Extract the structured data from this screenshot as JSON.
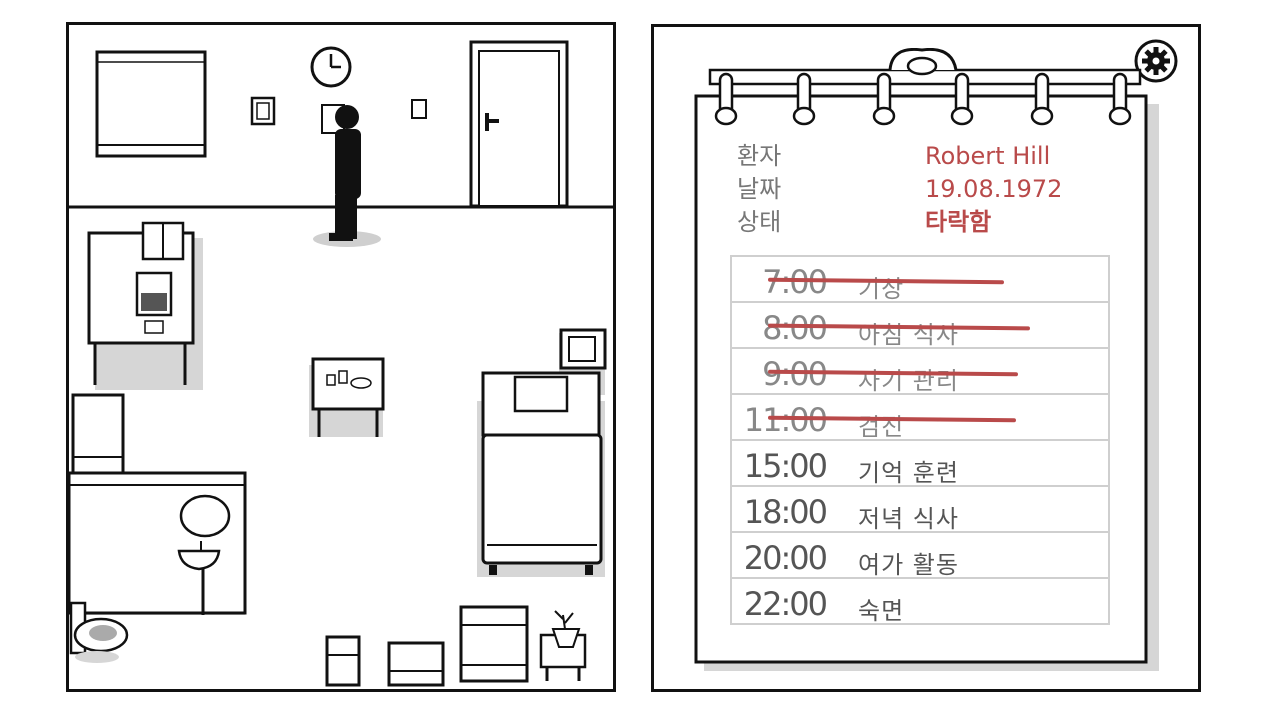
{
  "patient_info": {
    "labels": {
      "patient": "환자",
      "date": "날짜",
      "status": "상태"
    },
    "values": {
      "name": "Robert Hill",
      "date": "19.08.1972",
      "status": "타락함"
    }
  },
  "schedule": [
    {
      "time": "7:00",
      "task": "기상",
      "done": true
    },
    {
      "time": "8:00",
      "task": "아침 식사",
      "done": true
    },
    {
      "time": "9:00",
      "task": "자기 관리",
      "done": true
    },
    {
      "time": "11:00",
      "task": "검진",
      "done": true
    },
    {
      "time": "15:00",
      "task": "기억 훈련",
      "done": false
    },
    {
      "time": "18:00",
      "task": "저녁 식사",
      "done": false
    },
    {
      "time": "20:00",
      "task": "여가 활동",
      "done": false
    },
    {
      "time": "22:00",
      "task": "숙면",
      "done": false
    }
  ],
  "icons": {
    "settings": "gear-icon"
  },
  "colors": {
    "ink": "#111111",
    "accent": "#b94a4a",
    "muted": "#777777",
    "shadow": "#d6d6d6"
  }
}
